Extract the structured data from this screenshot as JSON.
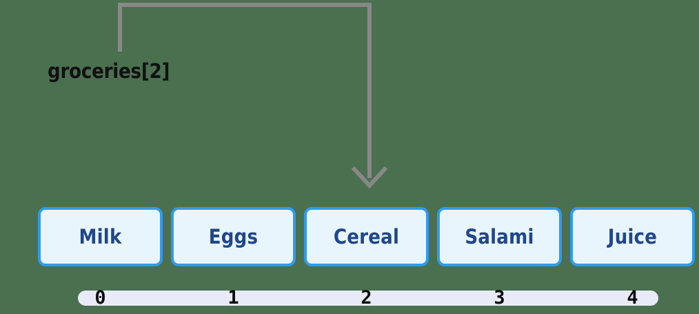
{
  "diagram": {
    "background_color": "#4a7050",
    "variable_label": "groceries[2]",
    "pointer": {
      "icon": "elbow-arrow-down-icon",
      "color": "#888888",
      "target_index": 2
    },
    "array": {
      "box_border_color": "#2e9bf0",
      "box_fill_color": "#e9f5fd",
      "box_text_color": "#1f4789",
      "cells": [
        {
          "value": "Milk"
        },
        {
          "value": "Eggs"
        },
        {
          "value": "Cereal"
        },
        {
          "value": "Salami"
        },
        {
          "value": "Juice"
        }
      ]
    },
    "ruler": {
      "bar_color": "#e8ebf7",
      "index_text_color": "#0b0b0b",
      "indices": [
        "0",
        "1",
        "2",
        "3",
        "4"
      ]
    }
  }
}
